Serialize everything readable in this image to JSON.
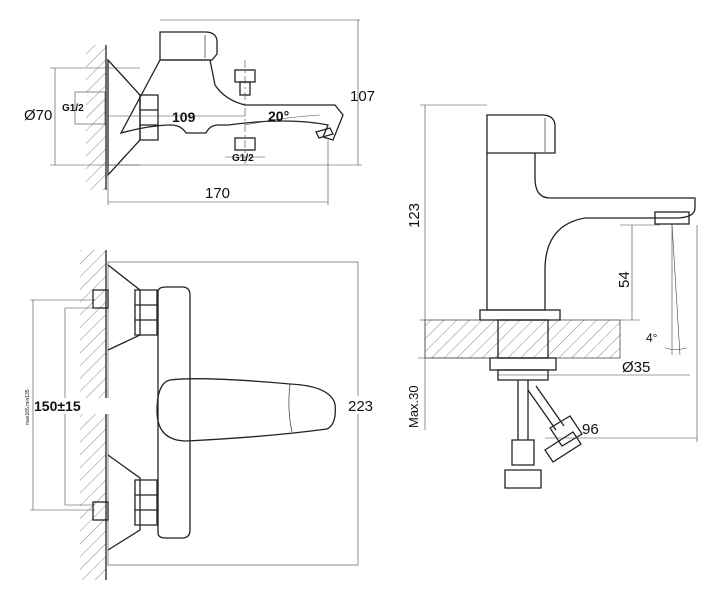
{
  "side_view": {
    "diameter_label": "Ø70",
    "thread_label_left": "G1/2",
    "length_to_outlet": "109",
    "angle_label": "20°",
    "thread_label_bottom": "G1/2",
    "total_length": "170",
    "height_label": "107"
  },
  "front_view": {
    "spacing_label": "150±15",
    "spacing_range_label": "max165,min135",
    "width_label": "223"
  },
  "basin_view": {
    "height_label": "123",
    "spout_height_label": "54",
    "angle_label": "4°",
    "diameter_label": "Ø35",
    "max_thickness_label": "Max.30",
    "reach_label": "96"
  }
}
